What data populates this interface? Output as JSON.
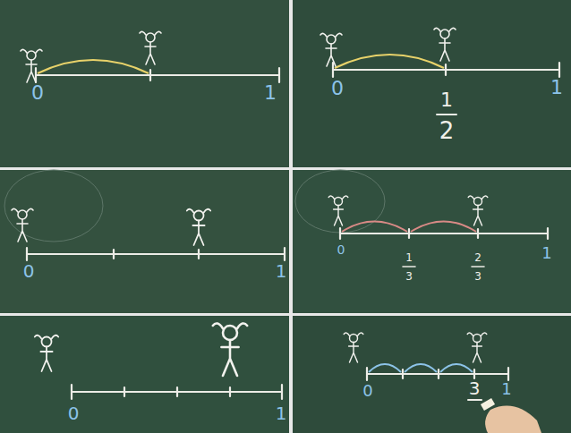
{
  "diagram": {
    "labels": [
      "0",
      "1",
      "0",
      "1",
      "2",
      "1",
      "0",
      "1",
      "0",
      "1",
      "3",
      "2",
      "3",
      "1",
      "0",
      "1",
      "0",
      "3",
      "1"
    ]
  }
}
